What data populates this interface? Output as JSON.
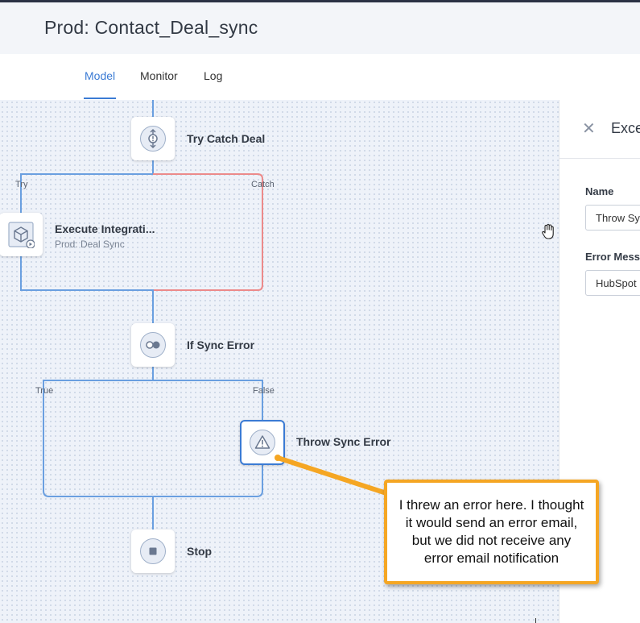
{
  "header": {
    "title": "Prod: Contact_Deal_sync"
  },
  "tabs": [
    {
      "label": "Model",
      "active": true
    },
    {
      "label": "Monitor",
      "active": false
    },
    {
      "label": "Log",
      "active": false
    }
  ],
  "flow": {
    "try_catch": {
      "label": "Try Catch Deal",
      "icon": "try-catch-icon",
      "branch_try": "Try",
      "branch_catch": "Catch"
    },
    "execute": {
      "label": "Execute Integrati...",
      "sub": "Prod: Deal Sync",
      "icon": "integration-cube-icon"
    },
    "if_sync": {
      "label": "If Sync Error",
      "icon": "toggle-icon",
      "branch_true": "True",
      "branch_false": "False"
    },
    "throw": {
      "label": "Throw Sync Error",
      "icon": "warning-triangle-icon"
    },
    "stop": {
      "label": "Stop",
      "icon": "stop-square-icon"
    }
  },
  "panel": {
    "title": "Exce",
    "close_icon": "close-icon",
    "name_label": "Name",
    "name_value": "Throw Sy",
    "error_label": "Error Messa",
    "error_value": "HubSpot"
  },
  "annotation": {
    "text": "I threw an error here. I thought it would send an error email, but we did not receive any error email notification",
    "border_color": "#f5a623"
  },
  "colors": {
    "accent": "#3b7bd4",
    "flow_line": "#6a9fe0",
    "catch_line": "#ec8a8a",
    "annotation": "#f5a623"
  }
}
